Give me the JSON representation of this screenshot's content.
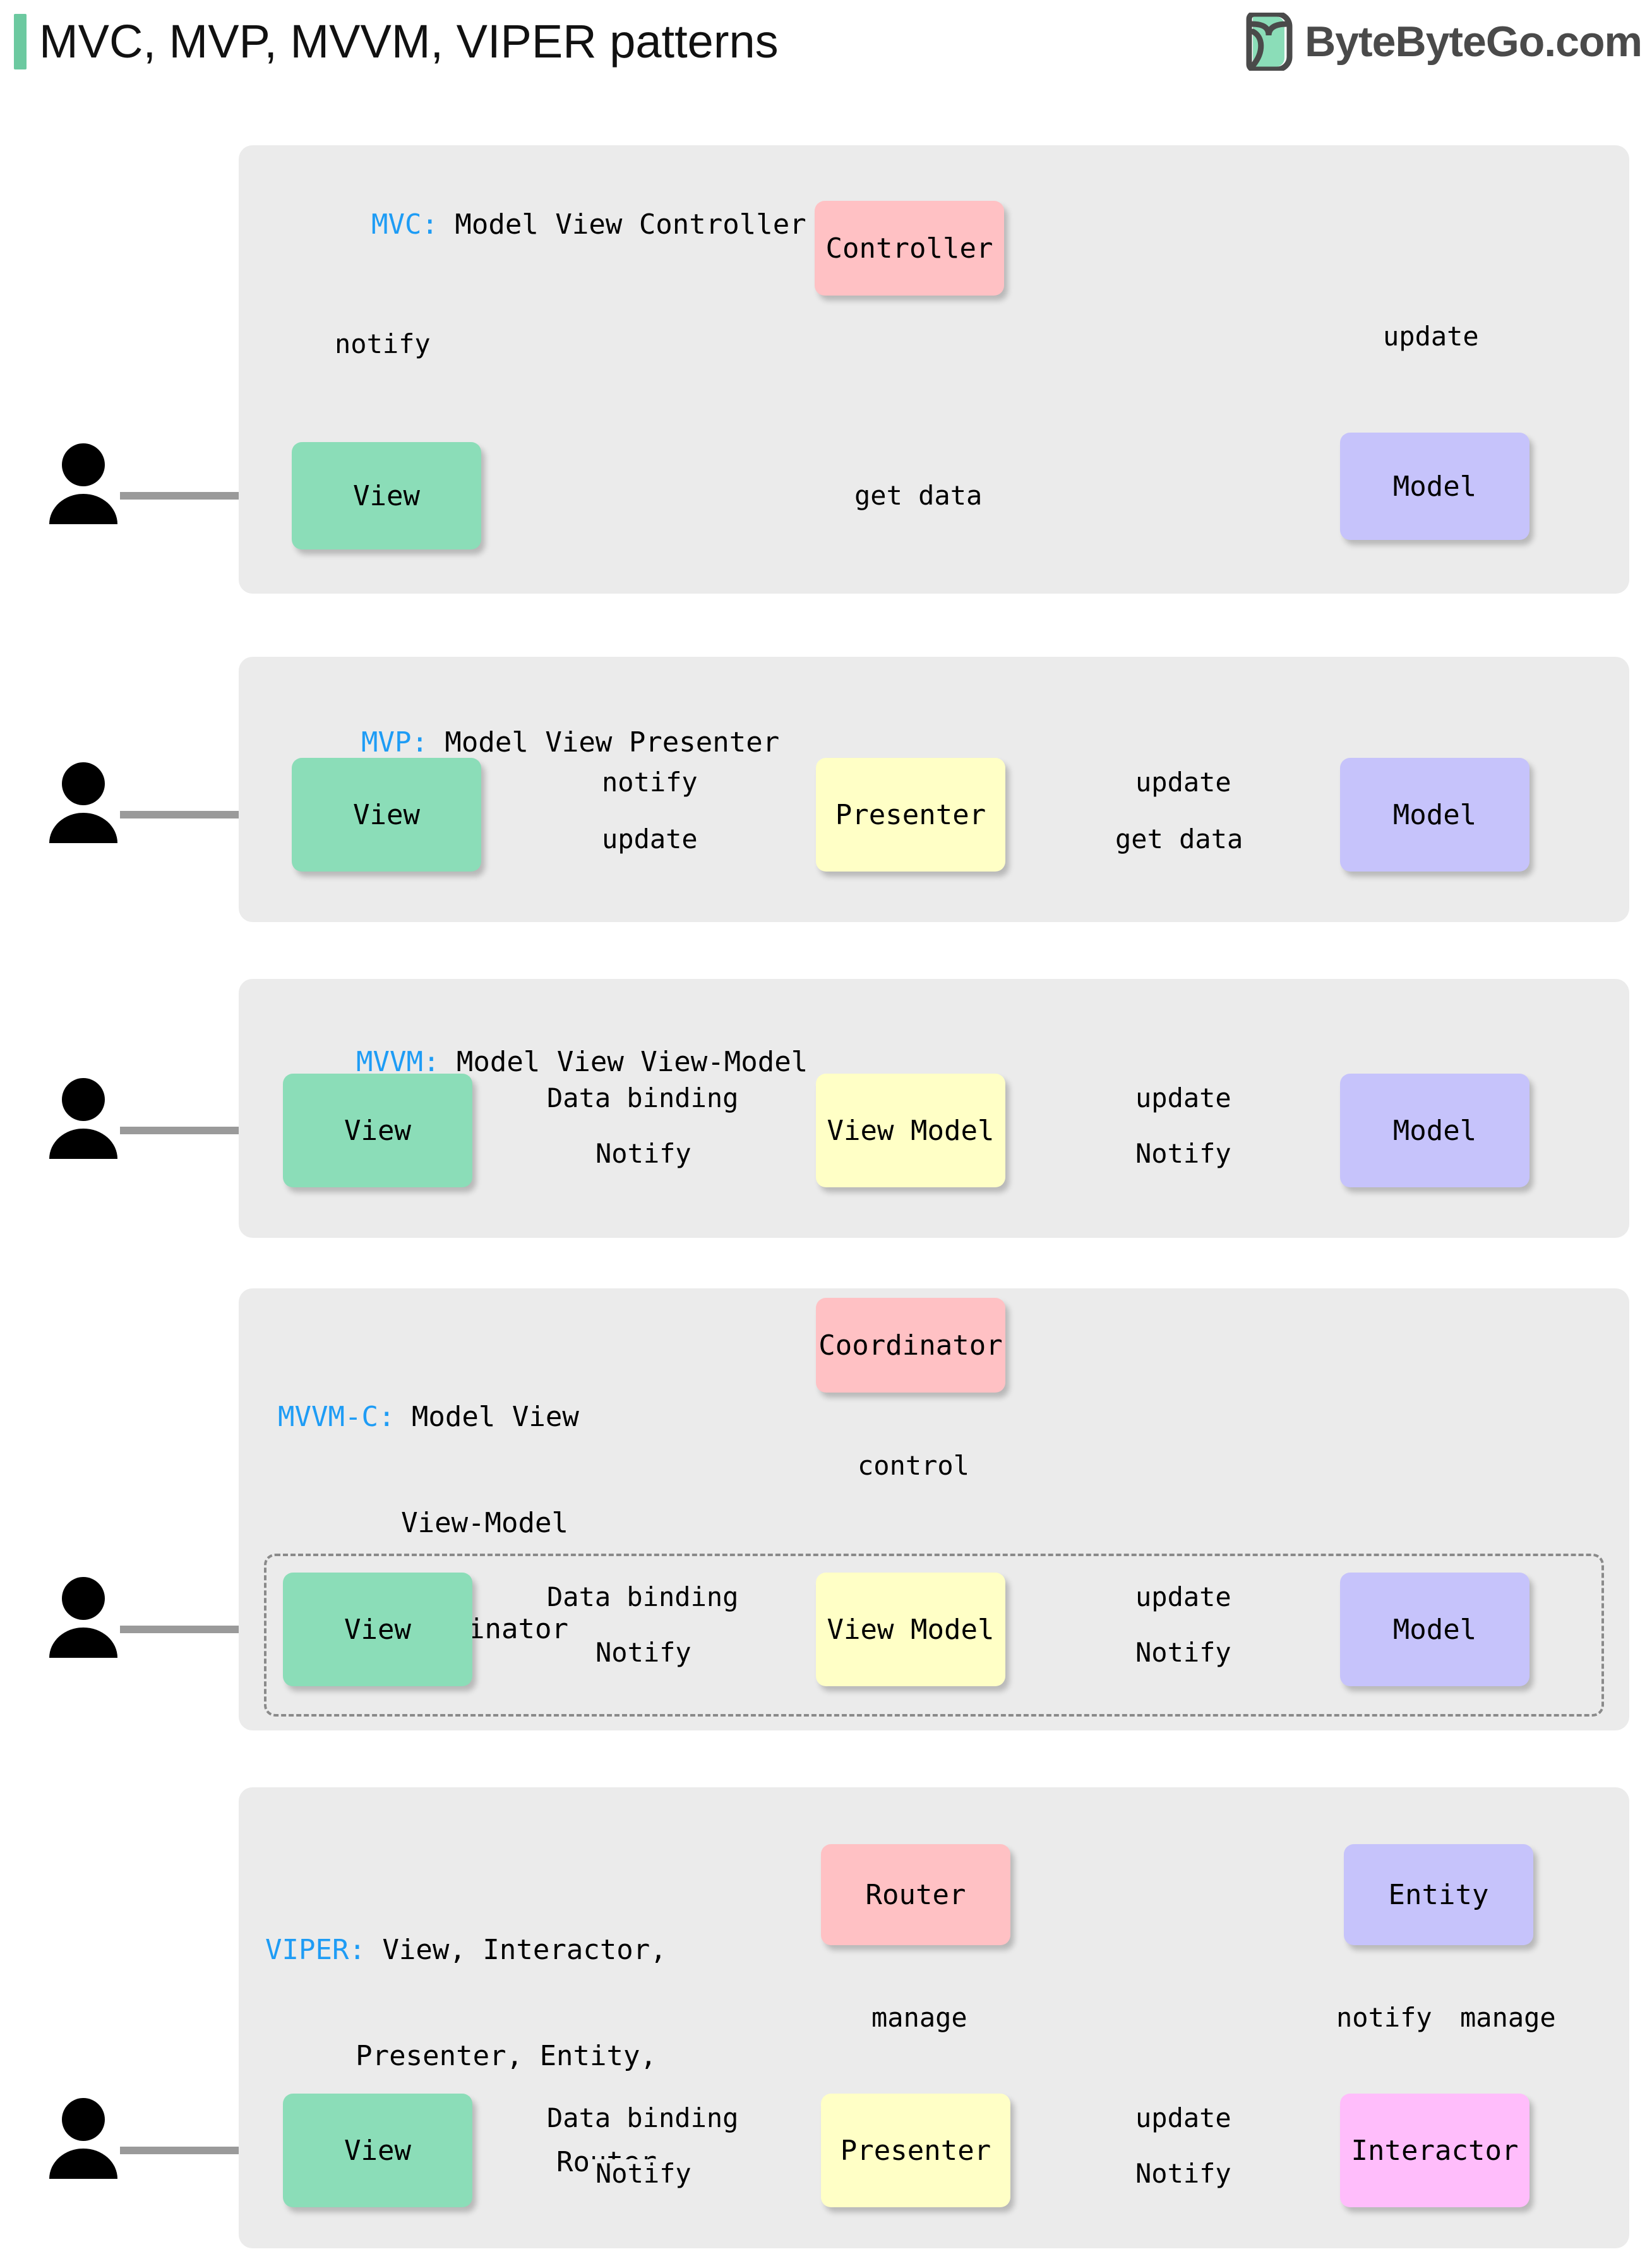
{
  "header": {
    "title": "MVC, MVP, MVVM, VIPER patterns",
    "brand_name": "ByteByteGo.com",
    "accent_color": "#6cc9a0",
    "brand_text_color": "#4a4a4a"
  },
  "palette": {
    "panel_bg": "#ebebeb",
    "view": "#8bddb8",
    "model": "#c6c3fb",
    "controller": "#ffc1c4",
    "presenter": "#ffffc6",
    "interactor": "#ffbdfb",
    "key_text": "#1e9cf5",
    "arrow": "#9a9a9a"
  },
  "sections": [
    {
      "key": "MVC:",
      "title_rest": " Model View Controller",
      "nodes": {
        "view": "View",
        "controller": "Controller",
        "model": "Model"
      },
      "edges": {
        "notify": "notify",
        "update": "update",
        "get_data": "get data"
      }
    },
    {
      "key": "MVP:",
      "title_rest": " Model View Presenter",
      "nodes": {
        "view": "View",
        "presenter": "Presenter",
        "model": "Model"
      },
      "edges": {
        "notify": "notify",
        "update_left": "update",
        "update_right": "update",
        "get_data": "get data"
      }
    },
    {
      "key": "MVVM:",
      "title_rest": " Model View View-Model",
      "nodes": {
        "view": "View",
        "viewmodel": "View Model",
        "model": "Model"
      },
      "edges": {
        "data_binding": "Data binding",
        "notify_left": "Notify",
        "update": "update",
        "notify_right": "Notify"
      }
    },
    {
      "key": "MVVM-C:",
      "title_rest": " Model View",
      "title_line2": "View-Model",
      "title_line3": "Coordinator",
      "nodes": {
        "coordinator": "Coordinator",
        "view": "View",
        "viewmodel": "View Model",
        "model": "Model"
      },
      "edges": {
        "control": "control",
        "data_binding": "Data binding",
        "notify_left": "Notify",
        "update": "update",
        "notify_right": "Notify"
      }
    },
    {
      "key": "VIPER:",
      "title_rest": " View, Interactor,",
      "title_line2": "Presenter, Entity,",
      "title_line3": "Router",
      "nodes": {
        "router": "Router",
        "entity": "Entity",
        "view": "View",
        "presenter": "Presenter",
        "interactor": "Interactor"
      },
      "edges": {
        "manage_router": "manage",
        "notify_entity": "notify",
        "manage_entity": "manage",
        "data_binding": "Data binding",
        "notify_left": "Notify",
        "update": "update",
        "notify_right": "Notify"
      }
    }
  ]
}
